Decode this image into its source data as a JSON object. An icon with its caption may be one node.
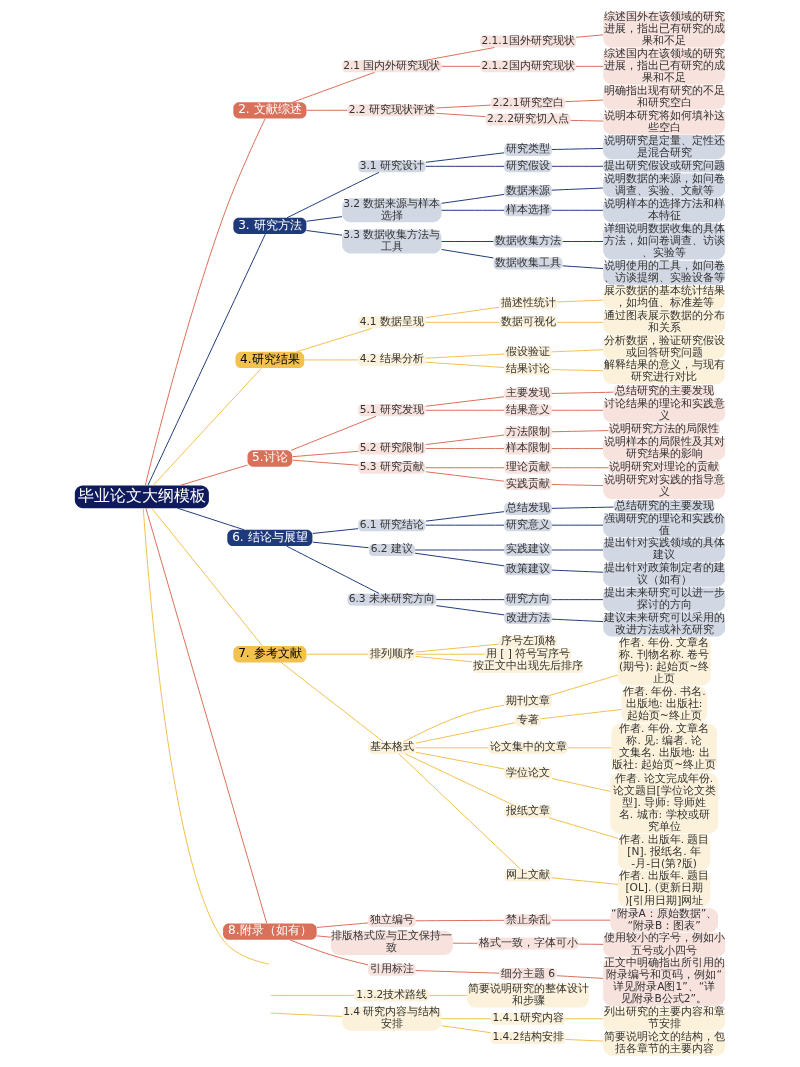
{
  "diagram": {
    "nodes": [
      {
        "text": [
          "毕业论文大纲模板"
        ]
      },
      {
        "text": [
          "1.3.2技术路线"
        ]
      },
      {
        "text": [
          "简要说明研究的整体设计和步骤"
        ]
      },
      {
        "text": [
          "1.4 研究内容与结构安排"
        ]
      },
      {
        "text": [
          "1.4.1研究内容"
        ]
      },
      {
        "text": [
          "列出研究的主要内容和章节安排"
        ]
      },
      {
        "text": [
          "1.4.2结构安排"
        ]
      },
      {
        "text": [
          "简要说明论文的结构，包括各章节的主要内容"
        ]
      },
      {
        "text": [
          "2. 文献综述"
        ]
      },
      {
        "text": [
          "2.1 国内外研究现状"
        ]
      },
      {
        "text": [
          "2.1.1国外研究现状"
        ]
      },
      {
        "text": [
          "综述国外在该领域的研究进展，指出已有研究的成果和不足"
        ]
      },
      {
        "text": [
          "2.1.2国内研究现状"
        ]
      },
      {
        "text": [
          "综述国内在该领域的研究进展，指出已有研究的成果和不足"
        ]
      },
      {
        "text": [
          "2.2 研究现状评述"
        ]
      },
      {
        "text": [
          "2.2.1研究空白"
        ]
      },
      {
        "text": [
          "明确指出现有研究的不足和研究空白"
        ]
      },
      {
        "text": [
          "2.2.2研究切入点"
        ]
      },
      {
        "text": [
          "说明本研究将如何填补这些空白"
        ]
      },
      {
        "text": [
          "3. 研究方法"
        ]
      },
      {
        "text": [
          "3.1 研究设计"
        ]
      },
      {
        "text": [
          "研究类型"
        ]
      },
      {
        "text": [
          "说明研究是定量、定性还是混合研究"
        ]
      },
      {
        "text": [
          "研究假设"
        ]
      },
      {
        "text": [
          "提出研究假设或研究问题"
        ]
      },
      {
        "text": [
          "3.2 数据来源与样本选择"
        ]
      },
      {
        "text": [
          "数据来源"
        ]
      },
      {
        "text": [
          "说明数据的来源，如问卷调查、实验、文献等"
        ]
      },
      {
        "text": [
          "样本选择"
        ]
      },
      {
        "text": [
          "说明样本的选择方法和样本特征"
        ]
      },
      {
        "text": [
          "3.3 数据收集方法与工具"
        ]
      },
      {
        "text": [
          "数据收集方法"
        ]
      },
      {
        "text": [
          "详细说明数据收集的具体方法，如问卷调查、访谈、实验等"
        ]
      },
      {
        "text": [
          "数据收集工具"
        ]
      },
      {
        "text": [
          "说明使用的工具，如问卷、访谈提纲、实验设备等"
        ]
      },
      {
        "text": [
          "4.研究结果"
        ]
      },
      {
        "text": [
          "4.1 数据呈现"
        ]
      },
      {
        "text": [
          "描述性统计"
        ]
      },
      {
        "text": [
          "展示数据的基本统计结果，如均值、标准差等"
        ]
      },
      {
        "text": [
          "数据可视化"
        ]
      },
      {
        "text": [
          "通过图表展示数据的分布和关系"
        ]
      },
      {
        "text": [
          "4.2 结果分析"
        ]
      },
      {
        "text": [
          "假设验证"
        ]
      },
      {
        "text": [
          "分析数据，验证研究假设或回答研究问题"
        ]
      },
      {
        "text": [
          "结果讨论"
        ]
      },
      {
        "text": [
          "解释结果的意义，与现有研究进行对比"
        ]
      },
      {
        "text": [
          "5.讨论"
        ]
      },
      {
        "text": [
          "5.1 研究发现"
        ]
      },
      {
        "text": [
          "主要发现"
        ]
      },
      {
        "text": [
          "总结研究的主要发现"
        ]
      },
      {
        "text": [
          "结果意义"
        ]
      },
      {
        "text": [
          "讨论结果的理论和实践意义"
        ]
      },
      {
        "text": [
          "5.2 研究限制"
        ]
      },
      {
        "text": [
          "方法限制"
        ]
      },
      {
        "text": [
          "说明研究方法的局限性"
        ]
      },
      {
        "text": [
          "样本限制"
        ]
      },
      {
        "text": [
          "说明样本的局限性及其对研究结果的影响"
        ]
      },
      {
        "text": [
          "5.3 研究贡献"
        ]
      },
      {
        "text": [
          "理论贡献"
        ]
      },
      {
        "text": [
          "说明研究对理论的贡献"
        ]
      },
      {
        "text": [
          "实践贡献"
        ]
      },
      {
        "text": [
          "说明研究对实践的指导意义"
        ]
      },
      {
        "text": [
          "6. 结论与展望"
        ]
      },
      {
        "text": [
          "6.1 研究结论"
        ]
      },
      {
        "text": [
          "总结发现"
        ]
      },
      {
        "text": [
          "总结研究的主要发现"
        ]
      },
      {
        "text": [
          "研究意义"
        ]
      },
      {
        "text": [
          "强调研究的理论和实践价值"
        ]
      },
      {
        "text": [
          "6.2 建议"
        ]
      },
      {
        "text": [
          "实践建议"
        ]
      },
      {
        "text": [
          "提出针对实践领域的具体建议"
        ]
      },
      {
        "text": [
          "政策建议"
        ]
      },
      {
        "text": [
          "提出针对政策制定者的建议（如有）"
        ]
      },
      {
        "text": [
          "6.3 未来研究方向"
        ]
      },
      {
        "text": [
          "研究方向"
        ]
      },
      {
        "text": [
          "提出未来研究可以进一步探讨的方向"
        ]
      },
      {
        "text": [
          "改进方法"
        ]
      },
      {
        "text": [
          "建议未来研究可以采用的改进方法或补充研究"
        ]
      },
      {
        "text": [
          "7. 参考文献"
        ]
      },
      {
        "text": [
          "排列顺序"
        ]
      },
      {
        "text": [
          "序号左顶格"
        ]
      },
      {
        "text": [
          "用 [ ] 符号写序号"
        ]
      },
      {
        "text": [
          "按正文中出现先后排序"
        ]
      },
      {
        "text": [
          "基本格式"
        ]
      },
      {
        "text": [
          "期刊文章"
        ]
      },
      {
        "text": [
          "作者. 年份. 文章名称. 刊物名称. 卷号(期号): 起始页~终止页"
        ]
      },
      {
        "text": [
          "专著"
        ]
      },
      {
        "text": [
          "作者. 年份. 书名. 出版地: 出版社: 起始页~终止页"
        ]
      },
      {
        "text": [
          "论文集中的文章"
        ]
      },
      {
        "text": [
          "作者. 年份. 文章名称. 见: 编者. 论文集名. 出版地: 出版社: 起始页~终止页"
        ]
      },
      {
        "text": [
          "学位论文"
        ]
      },
      {
        "text": [
          "作者. 论文完成年份. 论文题目[学位论文类型]. 导师: 导师姓名. 城市: 学校或研究单位"
        ]
      },
      {
        "text": [
          "报纸文章"
        ]
      },
      {
        "text": [
          "作者. 出版年. 题目[N]. 报纸名. 年-月-日(第?版)"
        ]
      },
      {
        "text": [
          "网上文献"
        ]
      },
      {
        "text": [
          "作者. 出版年. 题目[OL]. (更新日期)[引用日期]网址"
        ]
      },
      {
        "text": [
          "8.附录（如有）"
        ]
      },
      {
        "text": [
          "独立编号"
        ]
      },
      {
        "text": [
          "禁止杂乱"
        ]
      },
      {
        "text": [
          "“附录A：原始数据”、“附录B：图表”"
        ]
      },
      {
        "text": [
          "排版格式应与正文保持一致"
        ]
      },
      {
        "text": [
          "格式一致，字体可小"
        ]
      },
      {
        "text": [
          "使用较小的字号，例如小五号或小四号"
        ]
      },
      {
        "text": [
          "引用标注"
        ]
      },
      {
        "text": [
          "细分主题 6"
        ]
      },
      {
        "text": [
          "正文中明确指出所引用的附录编号和页码，例如“详见附录A图1”、“详见附录B公式2”。"
        ]
      }
    ],
    "edges": [
      {
        "from": 0,
        "to": null,
        "arrow": "none",
        "color": "#f2c14e"
      },
      {
        "from": null,
        "to": 1,
        "arrow": "none",
        "color": "#f2c14e"
      },
      {
        "from": 1,
        "to": 2,
        "arrow": "none",
        "color": "#f2c14e"
      },
      {
        "from": null,
        "to": 3,
        "arrow": "none",
        "color": "#f2c14e"
      },
      {
        "from": 3,
        "to": 4,
        "arrow": "none",
        "color": "#f2c14e"
      },
      {
        "from": 4,
        "to": 5,
        "arrow": "none",
        "color": "#f2c14e"
      },
      {
        "from": 3,
        "to": 6,
        "arrow": "none",
        "color": "#f2c14e"
      },
      {
        "from": 6,
        "to": 7,
        "arrow": "none",
        "color": "#f2c14e"
      },
      {
        "from": 0,
        "to": 8,
        "arrow": "none",
        "color": "#d9705a"
      },
      {
        "from": 8,
        "to": 9,
        "arrow": "none",
        "color": "#d9705a"
      },
      {
        "from": 9,
        "to": 10,
        "arrow": "none",
        "color": "#d9705a"
      },
      {
        "from": 10,
        "to": 11,
        "arrow": "none",
        "color": "#d9705a"
      },
      {
        "from": 9,
        "to": 12,
        "arrow": "none",
        "color": "#d9705a"
      },
      {
        "from": 12,
        "to": 13,
        "arrow": "none",
        "color": "#d9705a"
      },
      {
        "from": 8,
        "to": 14,
        "arrow": "none",
        "color": "#d9705a"
      },
      {
        "from": 14,
        "to": 15,
        "arrow": "none",
        "color": "#d9705a"
      },
      {
        "from": 15,
        "to": 16,
        "arrow": "none",
        "color": "#d9705a"
      },
      {
        "from": 14,
        "to": 17,
        "arrow": "none",
        "color": "#d9705a"
      },
      {
        "from": 17,
        "to": 18,
        "arrow": "none",
        "color": "#d9705a"
      },
      {
        "from": 0,
        "to": 19,
        "arrow": "none",
        "color": "#1f3a7a"
      },
      {
        "from": 19,
        "to": 20,
        "arrow": "none",
        "color": "#1f3a7a"
      },
      {
        "from": 20,
        "to": 21,
        "arrow": "none",
        "color": "#1f3a7a"
      },
      {
        "from": 21,
        "to": 22,
        "arrow": "none",
        "color": "#1f3a7a"
      },
      {
        "from": 20,
        "to": 23,
        "arrow": "none",
        "color": "#1f3a7a"
      },
      {
        "from": 23,
        "to": 24,
        "arrow": "none",
        "color": "#1f3a7a"
      },
      {
        "from": 19,
        "to": 25,
        "arrow": "none",
        "color": "#1f3a7a"
      },
      {
        "from": 25,
        "to": 26,
        "arrow": "none",
        "color": "#1f3a7a"
      },
      {
        "from": 26,
        "to": 27,
        "arrow": "none",
        "color": "#1f3a7a"
      },
      {
        "from": 25,
        "to": 28,
        "arrow": "none",
        "color": "#1f3a7a"
      },
      {
        "from": 28,
        "to": 29,
        "arrow": "none",
        "color": "#1f3a7a"
      },
      {
        "from": 19,
        "to": 30,
        "arrow": "none",
        "color": "#1f3a7a"
      },
      {
        "from": 30,
        "to": 31,
        "arrow": "none",
        "color": "#1f3a7a"
      },
      {
        "from": 31,
        "to": 32,
        "arrow": "none",
        "color": "#1f3a7a"
      },
      {
        "from": 30,
        "to": 33,
        "arrow": "none",
        "color": "#1f3a7a"
      },
      {
        "from": 33,
        "to": 34,
        "arrow": "none",
        "color": "#1f3a7a"
      },
      {
        "from": 0,
        "to": 35,
        "arrow": "none",
        "color": "#f2c14e"
      },
      {
        "from": 35,
        "to": 36,
        "arrow": "none",
        "color": "#f2c14e"
      },
      {
        "from": 36,
        "to": 37,
        "arrow": "none",
        "color": "#f2c14e"
      },
      {
        "from": 37,
        "to": 38,
        "arrow": "none",
        "color": "#f2c14e"
      },
      {
        "from": 36,
        "to": 39,
        "arrow": "none",
        "color": "#f2c14e"
      },
      {
        "from": 39,
        "to": 40,
        "arrow": "none",
        "color": "#f2c14e"
      },
      {
        "from": 35,
        "to": 41,
        "arrow": "none",
        "color": "#f2c14e"
      },
      {
        "from": 41,
        "to": 42,
        "arrow": "none",
        "color": "#f2c14e"
      },
      {
        "from": 42,
        "to": 43,
        "arrow": "none",
        "color": "#f2c14e"
      },
      {
        "from": 41,
        "to": 44,
        "arrow": "none",
        "color": "#f2c14e"
      },
      {
        "from": 44,
        "to": 45,
        "arrow": "none",
        "color": "#f2c14e"
      },
      {
        "from": 0,
        "to": 46,
        "arrow": "none",
        "color": "#d9705a"
      },
      {
        "from": 46,
        "to": 47,
        "arrow": "none",
        "color": "#d9705a"
      },
      {
        "from": 47,
        "to": 48,
        "arrow": "none",
        "color": "#d9705a"
      },
      {
        "from": 48,
        "to": 49,
        "arrow": "none",
        "color": "#d9705a"
      },
      {
        "from": 47,
        "to": 50,
        "arrow": "none",
        "color": "#d9705a"
      },
      {
        "from": 50,
        "to": 51,
        "arrow": "none",
        "color": "#d9705a"
      },
      {
        "from": 46,
        "to": 52,
        "arrow": "none",
        "color": "#d9705a"
      },
      {
        "from": 52,
        "to": 53,
        "arrow": "none",
        "color": "#d9705a"
      },
      {
        "from": 53,
        "to": 54,
        "arrow": "none",
        "color": "#d9705a"
      },
      {
        "from": 52,
        "to": 55,
        "arrow": "none",
        "color": "#d9705a"
      },
      {
        "from": 55,
        "to": 56,
        "arrow": "none",
        "color": "#d9705a"
      },
      {
        "from": 46,
        "to": 57,
        "arrow": "none",
        "color": "#d9705a"
      },
      {
        "from": 57,
        "to": 58,
        "arrow": "none",
        "color": "#d9705a"
      },
      {
        "from": 58,
        "to": 59,
        "arrow": "none",
        "color": "#d9705a"
      },
      {
        "from": 57,
        "to": 60,
        "arrow": "none",
        "color": "#d9705a"
      },
      {
        "from": 60,
        "to": 61,
        "arrow": "none",
        "color": "#d9705a"
      },
      {
        "from": 0,
        "to": 62,
        "arrow": "none",
        "color": "#1f3a7a"
      },
      {
        "from": 62,
        "to": 63,
        "arrow": "none",
        "color": "#1f3a7a"
      },
      {
        "from": 63,
        "to": 64,
        "arrow": "none",
        "color": "#1f3a7a"
      },
      {
        "from": 64,
        "to": 65,
        "arrow": "none",
        "color": "#1f3a7a"
      },
      {
        "from": 63,
        "to": 66,
        "arrow": "none",
        "color": "#1f3a7a"
      },
      {
        "from": 66,
        "to": 67,
        "arrow": "none",
        "color": "#1f3a7a"
      },
      {
        "from": 62,
        "to": 68,
        "arrow": "none",
        "color": "#1f3a7a"
      },
      {
        "from": 68,
        "to": 69,
        "arrow": "none",
        "color": "#1f3a7a"
      },
      {
        "from": 69,
        "to": 70,
        "arrow": "none",
        "color": "#1f3a7a"
      },
      {
        "from": 68,
        "to": 71,
        "arrow": "none",
        "color": "#1f3a7a"
      },
      {
        "from": 71,
        "to": 72,
        "arrow": "none",
        "color": "#1f3a7a"
      },
      {
        "from": 62,
        "to": 73,
        "arrow": "none",
        "color": "#1f3a7a"
      },
      {
        "from": 73,
        "to": 74,
        "arrow": "none",
        "color": "#1f3a7a"
      },
      {
        "from": 74,
        "to": 75,
        "arrow": "none",
        "color": "#1f3a7a"
      },
      {
        "from": 73,
        "to": 76,
        "arrow": "none",
        "color": "#1f3a7a"
      },
      {
        "from": 76,
        "to": 77,
        "arrow": "none",
        "color": "#1f3a7a"
      },
      {
        "from": 0,
        "to": 78,
        "arrow": "none",
        "color": "#f2c14e"
      },
      {
        "from": 78,
        "to": 79,
        "arrow": "none",
        "color": "#f2c14e"
      },
      {
        "from": 79,
        "to": 80,
        "arrow": "none",
        "color": "#f2c14e"
      },
      {
        "from": 79,
        "to": 81,
        "arrow": "none",
        "color": "#f2c14e"
      },
      {
        "from": 79,
        "to": 82,
        "arrow": "none",
        "color": "#f2c14e"
      },
      {
        "from": 78,
        "to": 83,
        "arrow": "none",
        "color": "#f2c14e"
      },
      {
        "from": 83,
        "to": 84,
        "arrow": "none",
        "color": "#f2c14e"
      },
      {
        "from": 84,
        "to": 85,
        "arrow": "none",
        "color": "#f2c14e"
      },
      {
        "from": 83,
        "to": 86,
        "arrow": "none",
        "color": "#f2c14e"
      },
      {
        "from": 86,
        "to": 87,
        "arrow": "none",
        "color": "#f2c14e"
      },
      {
        "from": 83,
        "to": 88,
        "arrow": "none",
        "color": "#f2c14e"
      },
      {
        "from": 88,
        "to": 89,
        "arrow": "none",
        "color": "#f2c14e"
      },
      {
        "from": 83,
        "to": 90,
        "arrow": "none",
        "color": "#f2c14e"
      },
      {
        "from": 90,
        "to": 91,
        "arrow": "none",
        "color": "#f2c14e"
      },
      {
        "from": 83,
        "to": 92,
        "arrow": "none",
        "color": "#f2c14e"
      },
      {
        "from": 92,
        "to": 93,
        "arrow": "none",
        "color": "#f2c14e"
      },
      {
        "from": 83,
        "to": 94,
        "arrow": "none",
        "color": "#f2c14e"
      },
      {
        "from": 94,
        "to": 95,
        "arrow": "none",
        "color": "#f2c14e"
      },
      {
        "from": 0,
        "to": 96,
        "arrow": "none",
        "color": "#d9705a"
      },
      {
        "from": 96,
        "to": 97,
        "arrow": "none",
        "color": "#d9705a"
      },
      {
        "from": 97,
        "to": 98,
        "arrow": "none",
        "color": "#d9705a"
      },
      {
        "from": 98,
        "to": 99,
        "arrow": "none",
        "color": "#d9705a"
      },
      {
        "from": 96,
        "to": 100,
        "arrow": "none",
        "color": "#d9705a"
      },
      {
        "from": 100,
        "to": 101,
        "arrow": "none",
        "color": "#d9705a"
      },
      {
        "from": 101,
        "to": 102,
        "arrow": "none",
        "color": "#d9705a"
      },
      {
        "from": 96,
        "to": 103,
        "arrow": "none",
        "color": "#d9705a"
      },
      {
        "from": 103,
        "to": 104,
        "arrow": "none",
        "color": "#d9705a"
      },
      {
        "from": 104,
        "to": 105,
        "arrow": "none",
        "color": "#d9705a"
      }
    ]
  }
}
